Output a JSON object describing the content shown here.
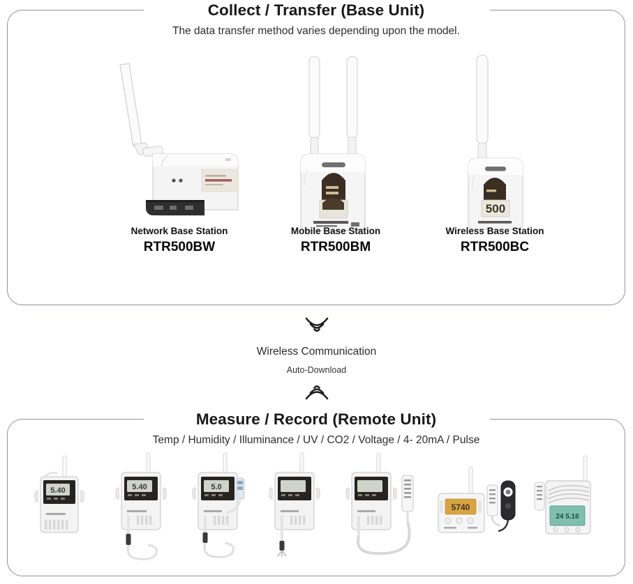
{
  "colors": {
    "panel_border": "#8c939c",
    "title": "#181818",
    "body_text": "#2d2d2d",
    "device_body": "#f2f2f2",
    "device_shadow": "#c9c9c9",
    "lcd_dark": "#2b2620",
    "lcd_amber": "#d9a441",
    "lcd_teal": "#7fbfae",
    "dark_strip": "#2a2a2a",
    "antenna": "#fafafa"
  },
  "collect_panel": {
    "title": "Collect / Transfer (Base Unit)",
    "subtitle": "The data transfer method varies depending upon the model.",
    "devices": [
      {
        "kind": "Network Base Station",
        "model": "RTR500BW",
        "art": "network-base-station",
        "lcd_text": ""
      },
      {
        "kind": "Mobile Base Station",
        "model": "RTR500BM",
        "art": "mobile-base-station",
        "lcd_text": ""
      },
      {
        "kind": "Wireless Base Station",
        "model": "RTR500BC",
        "art": "wireless-base-station",
        "lcd_text": "500"
      }
    ]
  },
  "link": {
    "title": "Wireless Communication",
    "subtitle": "Auto-Download",
    "icon_up": "wireless-signal-up-icon",
    "icon_down": "wireless-signal-down-icon"
  },
  "measure_panel": {
    "title": "Measure / Record (Remote Unit)",
    "subtitle": "Temp / Humidity / Illuminance / UV /  CO2 / Voltage / 4- 20mA / Pulse",
    "sensor_types": [
      "Temp",
      "Humidity",
      "Illuminance",
      "UV",
      "CO2",
      "Voltage",
      "4- 20mA",
      "Pulse"
    ],
    "devices": [
      {
        "art": "logger-compact",
        "lcd_text": "5.40",
        "lcd_style": "dark"
      },
      {
        "art": "logger-probe-single",
        "lcd_text": "5.40",
        "lcd_style": "dark"
      },
      {
        "art": "logger-probe-clip",
        "lcd_text": "5.0",
        "lcd_style": "dark"
      },
      {
        "art": "logger-probe-wire",
        "lcd_text": "",
        "lcd_style": "dark"
      },
      {
        "art": "logger-probe-humidity",
        "lcd_text": "",
        "lcd_style": "dark"
      },
      {
        "art": "logger-illuminance-uv",
        "lcd_text": "5740",
        "lcd_style": "amber"
      },
      {
        "art": "logger-co2-vent",
        "lcd_text": "24 5.16",
        "lcd_style": "teal"
      }
    ]
  }
}
